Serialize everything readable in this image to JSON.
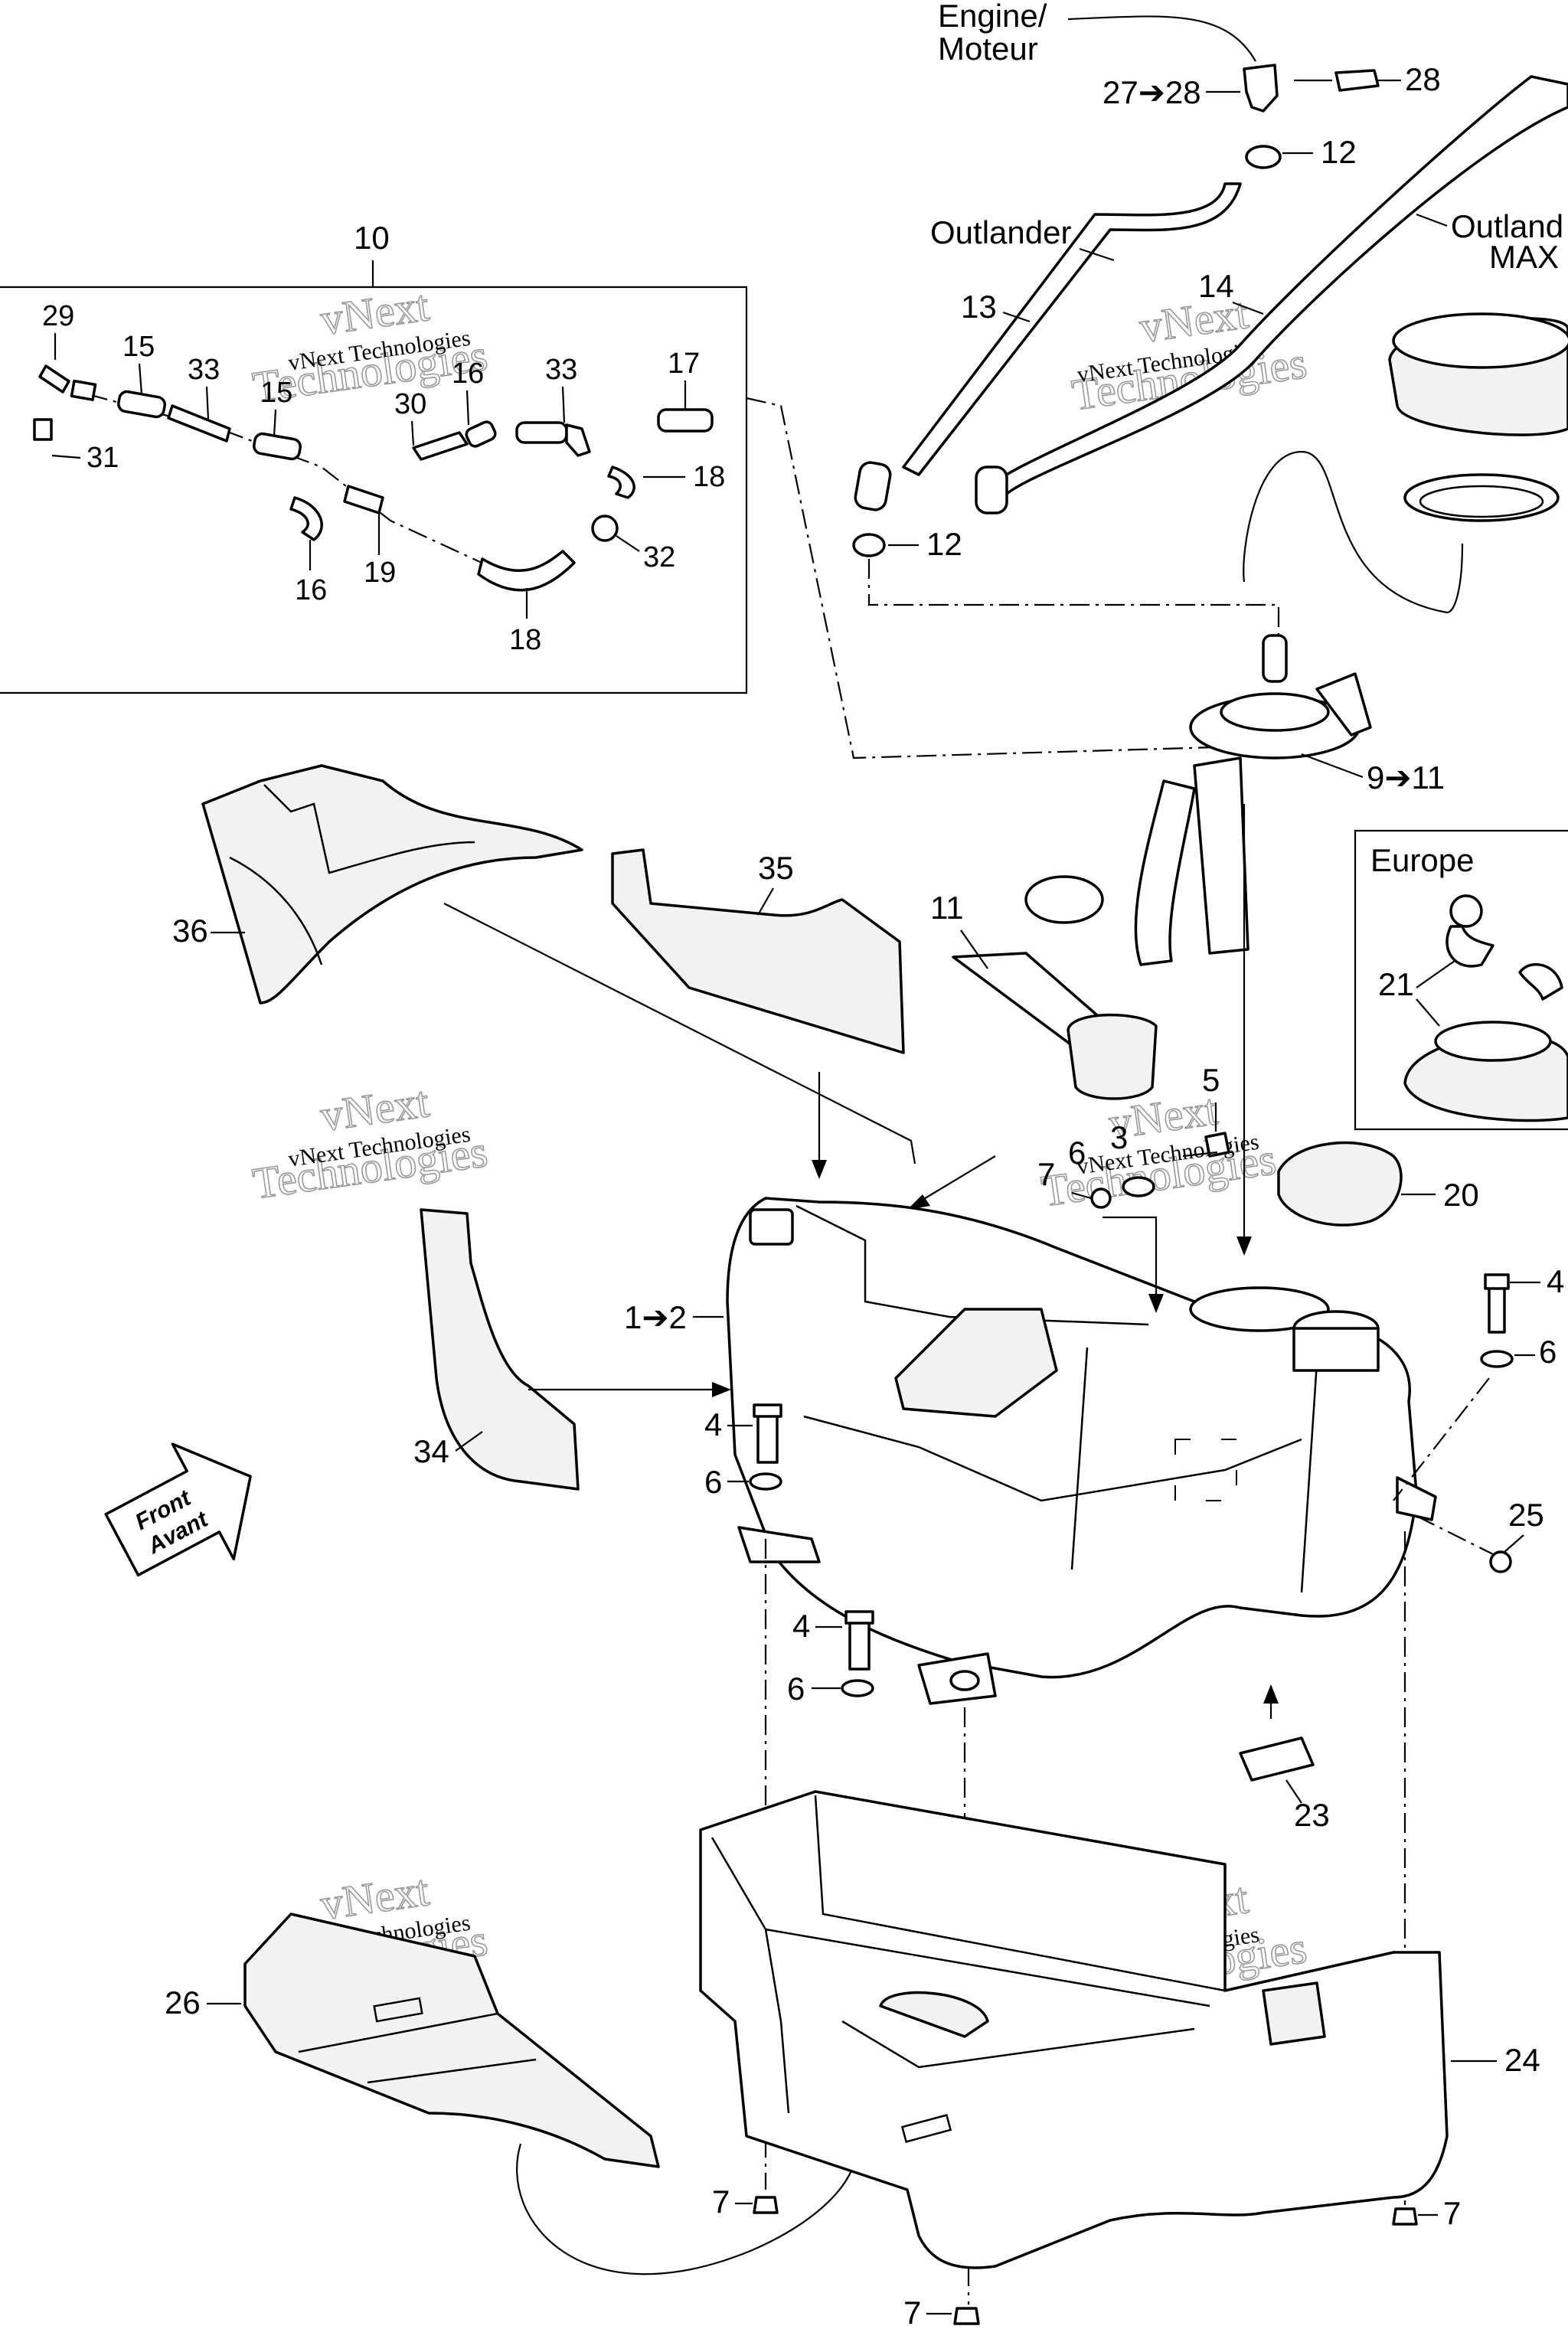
{
  "captions": {
    "engine": "Engine/",
    "moteur": "Moteur",
    "outlander": "Outlander",
    "outlander_max_1": "Outland",
    "outlander_max_2": "MAX",
    "europe": "Europe",
    "front": "Front",
    "avant": "Avant"
  },
  "callouts": {
    "c10": "10",
    "c29": "29",
    "c15a": "15",
    "c33a": "33",
    "c15b": "15",
    "c16a": "16",
    "c30": "30",
    "c33b": "33",
    "c17": "17",
    "c18a": "18",
    "c31": "31",
    "c16b": "16",
    "c19": "19",
    "c32": "32",
    "c18b": "18",
    "c27_28": "27➔28",
    "c28": "28",
    "c12a": "12",
    "c13": "13",
    "c14": "14",
    "c12b": "12",
    "c9_11": "9➔11",
    "c11": "11",
    "c35": "35",
    "c36": "36",
    "c21": "21",
    "c5": "5",
    "c3": "3",
    "c6a": "6",
    "c7a": "7",
    "c20": "20",
    "c1_2": "1➔2",
    "c4a": "4",
    "c6b": "6",
    "c4b": "4",
    "c6c": "6",
    "c34": "34",
    "c25": "25",
    "c4c": "4",
    "c6d": "6",
    "c23": "23",
    "c26": "26",
    "c24": "24",
    "c7b": "7",
    "c7c": "7",
    "c7d": "7"
  },
  "watermarks": [
    {
      "line1": "vNext Technologies",
      "line2": "vNext",
      "line3": "Technologies"
    },
    {
      "line1": "vNext Technologies",
      "line2": "vNext",
      "line3": "Technologies"
    },
    {
      "line1": "vNext Technologies",
      "line2": "vNext",
      "line3": "Technologies"
    },
    {
      "line1": "vNext Technologies",
      "line2": "vNext",
      "line3": "Technologies"
    },
    {
      "line1": "vNext Technologies",
      "line2": "vNext",
      "line3": "Technologies"
    },
    {
      "line1": "vNext Technologies",
      "line2": "vNext",
      "line3": "Technologies"
    }
  ]
}
